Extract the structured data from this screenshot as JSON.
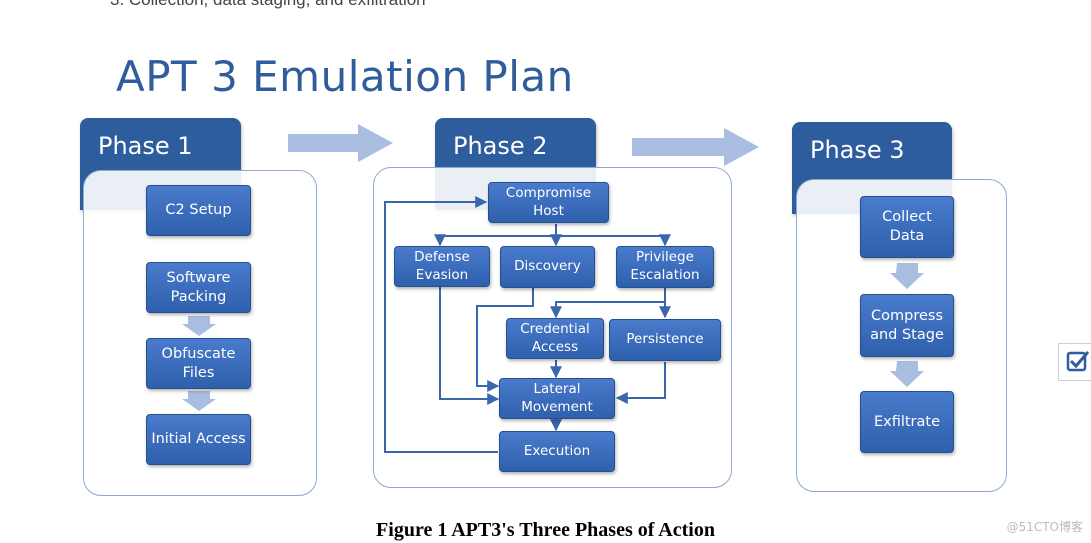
{
  "header": {
    "top_text": "3.   Collection, data staging, and exfiltration"
  },
  "title": "APT 3 Emulation Plan",
  "phases": [
    {
      "label": "Phase 1",
      "steps": [
        "C2 Setup",
        "Software Packing",
        "Obfuscate Files",
        "Initial Access"
      ]
    },
    {
      "label": "Phase 2",
      "nodes": {
        "compromise_host": "Compromise Host",
        "defense_evasion": "Defense Evasion",
        "discovery": "Discovery",
        "privilege_escalation": "Privilege Escalation",
        "credential_access": "Credential Access",
        "persistence": "Persistence",
        "lateral_movement": "Lateral Movement",
        "execution": "Execution"
      }
    },
    {
      "label": "Phase 3",
      "steps": [
        "Collect Data",
        "Compress and Stage",
        "Exfiltrate"
      ]
    }
  ],
  "caption": "Figure 1 APT3's Three Phases of Action",
  "watermark": "@51CTO博客",
  "colors": {
    "box": "#2e60ad",
    "tab": "#2e5d9e",
    "title": "#2f5d9c",
    "arrow": "#a9bde0",
    "connector": "#3a66ad"
  },
  "icons": {
    "side_widget": "checkbox-icon"
  }
}
